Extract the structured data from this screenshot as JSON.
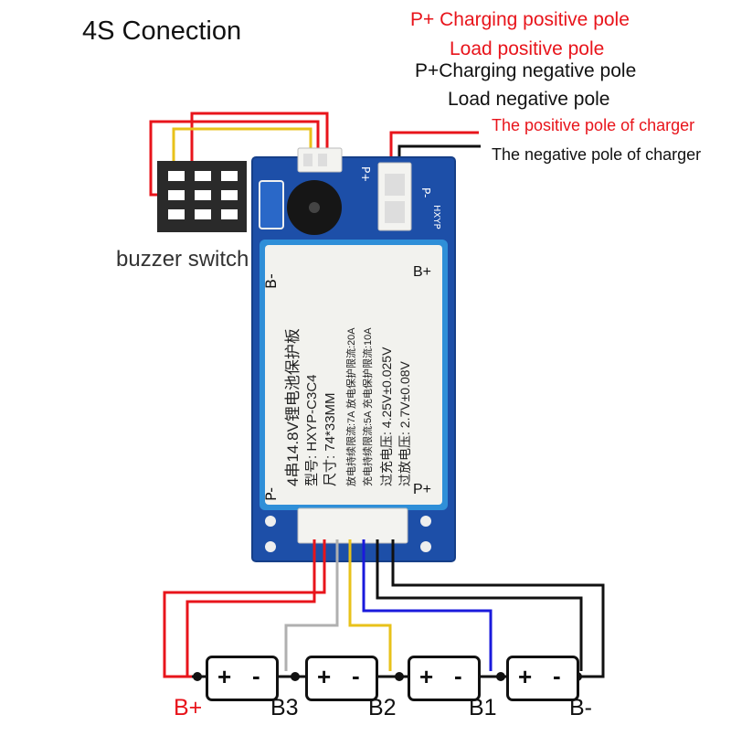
{
  "title": "4S Conection",
  "top_labels": {
    "charging_positive": "P+ Charging positive pole",
    "load_positive": "Load positive pole",
    "charging_negative": "P+Charging negative pole",
    "load_negative": "Load negative pole",
    "charger_positive": "The positive pole of charger",
    "charger_negative": "The negative pole of charger"
  },
  "buzzer_switch_label": "buzzer switch",
  "board": {
    "left_top": "P-",
    "right_top": "B-",
    "left_bottom": "B+",
    "right_bottom": "P+",
    "connector_left": "P+",
    "connector_right": "P-",
    "connector_brand": "HXYP",
    "lines": [
      "4串14.8V锂电池保护板",
      "型号: HXYP-C3C4",
      "尺寸: 74*33MM",
      "放电持续限流:7A 放电保护限流:20A",
      "充电持续限流:5A 充电保护限流:10A",
      "过充电压: 4.25V±0.025V",
      "过放电压: 2.7V±0.08V"
    ]
  },
  "battery_cells": [
    {
      "plus": "+",
      "minus": "-"
    },
    {
      "plus": "+",
      "minus": "-"
    },
    {
      "plus": "+",
      "minus": "-"
    },
    {
      "plus": "+",
      "minus": "-"
    }
  ],
  "bottom_labels": [
    "B+",
    "B3",
    "B2",
    "B1",
    "B-"
  ],
  "colors": {
    "red_wire": "#e8141b",
    "yellow_wire": "#e8c21a",
    "gray_wire": "#b0b0b0",
    "blue_wire": "#1a1adc",
    "black_wire": "#111111",
    "pcb_blue": "#1d4fa8",
    "label_blue": "#2f8fd8",
    "label_paper": "#f2f2ee"
  }
}
